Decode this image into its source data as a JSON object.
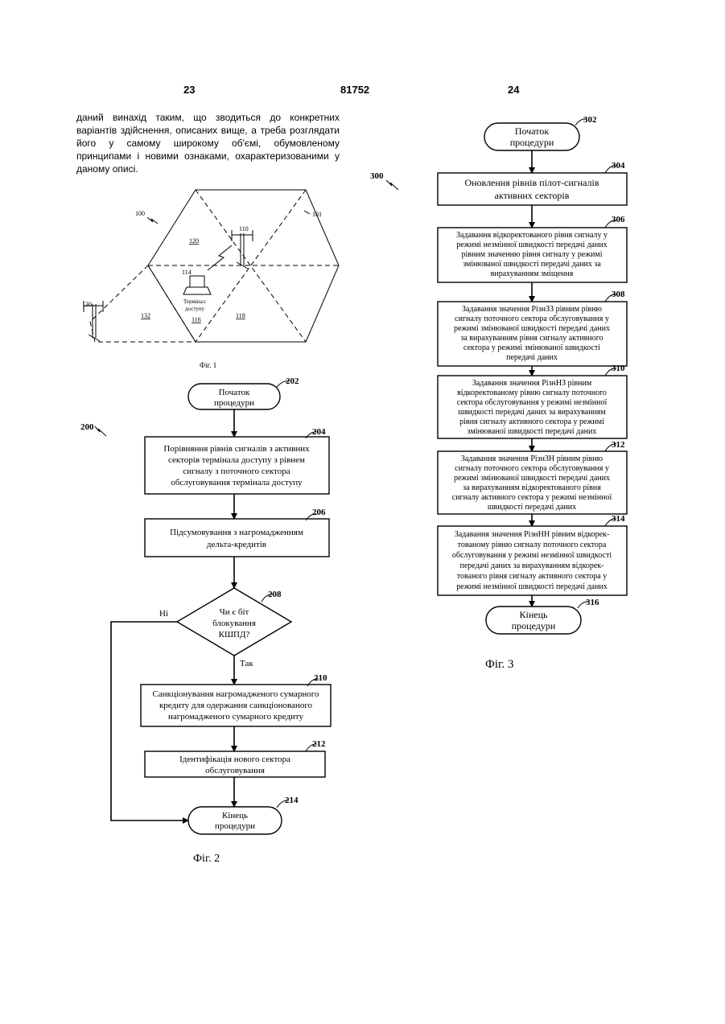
{
  "header": {
    "page_left": "23",
    "doc_number": "81752",
    "page_right": "24"
  },
  "paragraph": "даний винахід таким, що зводиться до конкретних варіантів здійснення, описаних вище, а треба розглядати його у самому широкому об'ємі, обумовленому принципами і новими ознаками, охарактеризованими у даному описі.",
  "fig1": {
    "caption": "Фіг. 1",
    "ref_system": "100",
    "ref_cell": "101",
    "ref_bs_top": "110",
    "ref_bs_left": "130",
    "ref_terminal": "114",
    "terminal_label_1": "Термінал",
    "terminal_label_2": "доступу",
    "sector_120": "120",
    "sector_132": "132",
    "sector_116": "116",
    "sector_118": "118"
  },
  "fig2": {
    "caption": "Фіг. 2",
    "ref": "200",
    "start": {
      "ref": "202",
      "lines": [
        "Початок",
        "процедури"
      ]
    },
    "step204": {
      "ref": "204",
      "lines": [
        "Порівняння рівнів сигналів з активних",
        "секторів термінала доступу з рівнем",
        "сигналу з поточного сектора",
        "обслуговування термінала доступу"
      ]
    },
    "step206": {
      "ref": "206",
      "lines": [
        "Підсумовування з нагромадженням",
        "дельта-кредитів"
      ]
    },
    "decision208": {
      "ref": "208",
      "lines": [
        "Чи є біт",
        "блокування",
        "КШПД?"
      ],
      "no": "Ні",
      "yes": "Так"
    },
    "step210": {
      "ref": "210",
      "lines": [
        "Санкціонування нагромадженого сумарного",
        "кредиту для одержання санкціонованого",
        "нагромадженого сумарного кредиту"
      ]
    },
    "step212": {
      "ref": "212",
      "lines": [
        "Ідентифікація нового сектора",
        "обслуговування"
      ]
    },
    "end": {
      "ref": "214",
      "lines": [
        "Кінець",
        "процедури"
      ]
    }
  },
  "fig3": {
    "caption": "Фіг. 3",
    "ref": "300",
    "start": {
      "ref": "302",
      "lines": [
        "Початок",
        "процедури"
      ]
    },
    "step304": {
      "ref": "304",
      "lines": [
        "Оновлення рівнів пілот-сигналів",
        "активних секторів"
      ]
    },
    "step306": {
      "ref": "306",
      "lines": [
        "Задавання відкоректованого рівня сигналу у",
        "режимі незмінної швидкості передачі даних",
        "рівним значенню рівня сигналу у режимі",
        "змінюваної швидкості передачі даних за",
        "вирахуванням зміщення"
      ]
    },
    "step308": {
      "ref": "308",
      "lines": [
        "Задавання значення РізнЗЗ рівним рівню",
        "сигналу поточного сектора обслуговування у",
        "режимі змінюваної швидкості передачі даних",
        "за вирахуванням рівня сигналу активного",
        "сектора у режимі змінюваної швидкості",
        "передачі даних"
      ]
    },
    "step310": {
      "ref": "310",
      "lines": [
        "Задавання значення РізнНЗ рівним",
        "відкоректованому рівню сигналу поточного",
        "сектора обслуговування у режимі незмінної",
        "швидкості передачі даних за вирахуванням",
        "рівня сигналу активного сектора у режимі",
        "змінюваної швидкості передачі даних"
      ]
    },
    "step312": {
      "ref": "312",
      "lines": [
        "Задавання значення РізнЗН рівним рівню",
        "сигналу поточного сектора обслуговування у",
        "режимі змінюваної швидкості передачі даних",
        "за вирахуванням відкоректованого рівня",
        "сигналу активного сектора у режимі незмінної",
        "швидкості передачі даних"
      ]
    },
    "step314": {
      "ref": "314",
      "lines": [
        "Задавання значення РізнНН рівним відкорек-",
        "тованому рівню сигналу поточного сектора",
        "обслуговування у режимі незмінної швидкості",
        "передачі даних за вирахуванням відкорек-",
        "тованого рівня сигналу активного сектора у",
        "режимі незмінної швидкості передачі даних"
      ]
    },
    "end": {
      "ref": "316",
      "lines": [
        "Кінець",
        "процедури"
      ]
    }
  }
}
